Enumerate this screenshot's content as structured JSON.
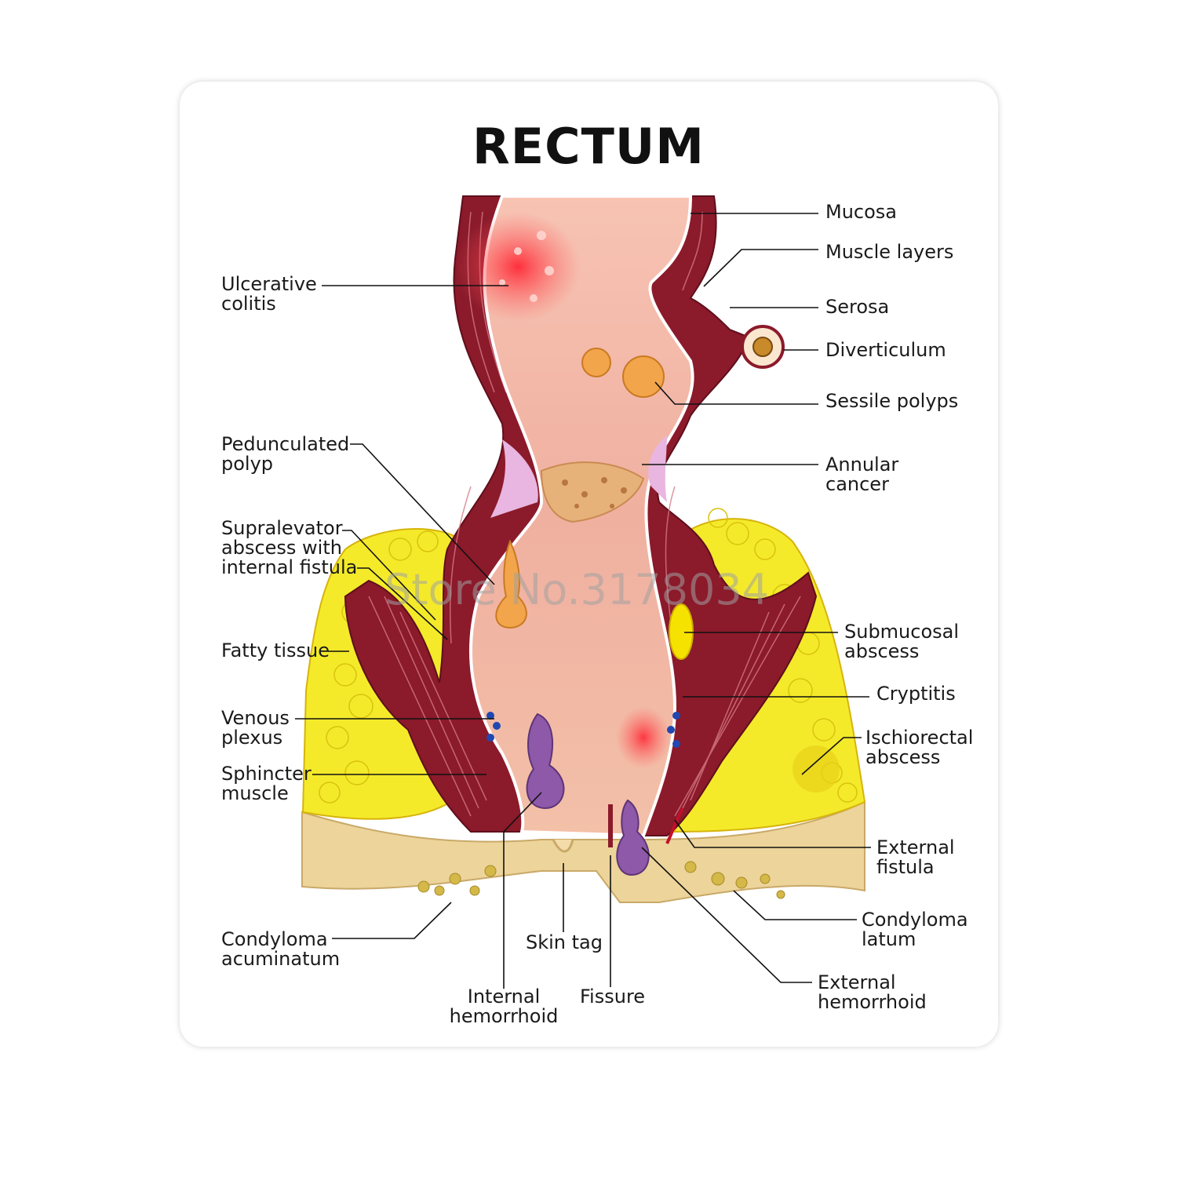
{
  "title": "RECTUM",
  "watermark": "Store No.3178034",
  "colors": {
    "muscle": "#8b1a2b",
    "mucosa": "#efb0a3",
    "fat": "#f4ea2a",
    "skin": "#ecd49a",
    "lesion": "#8e59a8",
    "inflamed": "#e8242c"
  },
  "labels": {
    "mucosa": [
      "Mucosa"
    ],
    "muscle_layers": [
      "Muscle layers"
    ],
    "serosa": [
      "Serosa"
    ],
    "diverticulum": [
      "Diverticulum"
    ],
    "sessile_polyps": [
      "Sessile polyps"
    ],
    "annular_cancer": [
      "Annular",
      "cancer"
    ],
    "submucosal_abscess": [
      "Submucosal",
      "abscess"
    ],
    "cryptitis": [
      "Cryptitis"
    ],
    "ischiorectal_abscess": [
      "Ischiorectal",
      "abscess"
    ],
    "external_fistula": [
      "External",
      "fistula"
    ],
    "condyloma_latum": [
      "Condyloma",
      "latum"
    ],
    "external_hemorrhoid": [
      "External",
      "hemorrhoid"
    ],
    "ulcerative_colitis": [
      "Ulcerative",
      "colitis"
    ],
    "pedunculated_polyp": [
      "Pedunculated",
      "polyp"
    ],
    "supralevator_abscess": [
      "Supralevator",
      "abscess with",
      "internal fistula"
    ],
    "fatty_tissue": [
      "Fatty tissue"
    ],
    "venous_plexus": [
      "Venous",
      "plexus"
    ],
    "sphincter_muscle": [
      "Sphincter",
      "muscle"
    ],
    "condyloma_acuminatum": [
      "Condyloma",
      "acuminatum"
    ],
    "skin_tag": [
      "Skin tag"
    ],
    "internal_hemorrhoid": [
      "Internal",
      "hemorrhoid"
    ],
    "fissure": [
      "Fissure"
    ]
  }
}
